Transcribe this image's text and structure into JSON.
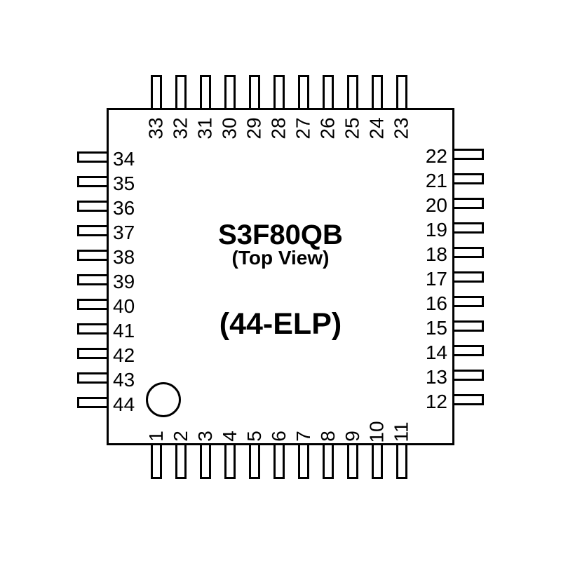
{
  "chip": {
    "title": "S3F80QB",
    "view_label": "(Top View)",
    "package_label": "(44-ELP)"
  },
  "colors": {
    "line": "#000000",
    "background": "#ffffff"
  },
  "pins": {
    "top": [
      "33",
      "32",
      "31",
      "30",
      "29",
      "28",
      "27",
      "26",
      "25",
      "24",
      "23"
    ],
    "left": [
      "34",
      "35",
      "36",
      "37",
      "38",
      "39",
      "40",
      "41",
      "42",
      "43",
      "44"
    ],
    "right": [
      "22",
      "21",
      "20",
      "19",
      "18",
      "17",
      "16",
      "15",
      "14",
      "13",
      "12"
    ],
    "bottom": [
      "1",
      "2",
      "3",
      "4",
      "5",
      "6",
      "7",
      "8",
      "9",
      "10",
      "11"
    ]
  }
}
